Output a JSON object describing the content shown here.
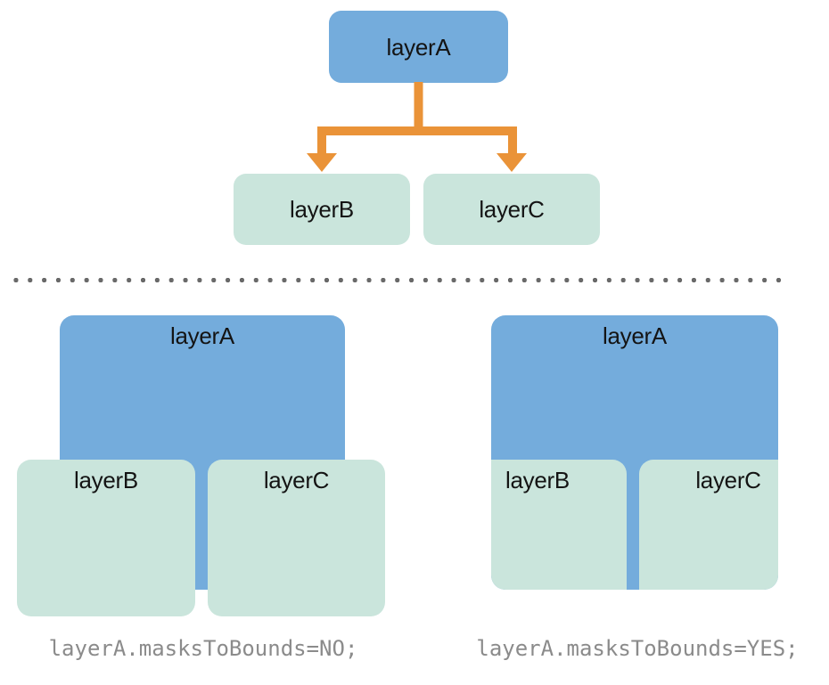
{
  "colors": {
    "background": "#FFFFFF",
    "parent_layer": "#74ACDC",
    "child_layer": "#CAE5DC",
    "arrow": "#EA9338",
    "label_text": "#141414",
    "caption_text": "#8B8B8B",
    "divider_dots": "#696969"
  },
  "tree": {
    "parent": "layerA",
    "children": [
      "layerB",
      "layerC"
    ]
  },
  "examples": [
    {
      "parent": "layerA",
      "children": [
        "layerB",
        "layerC"
      ],
      "caption": "layerA.masksToBounds=NO;"
    },
    {
      "parent": "layerA",
      "children": [
        "layerB",
        "layerC"
      ],
      "caption": "layerA.masksToBounds=YES;"
    }
  ]
}
